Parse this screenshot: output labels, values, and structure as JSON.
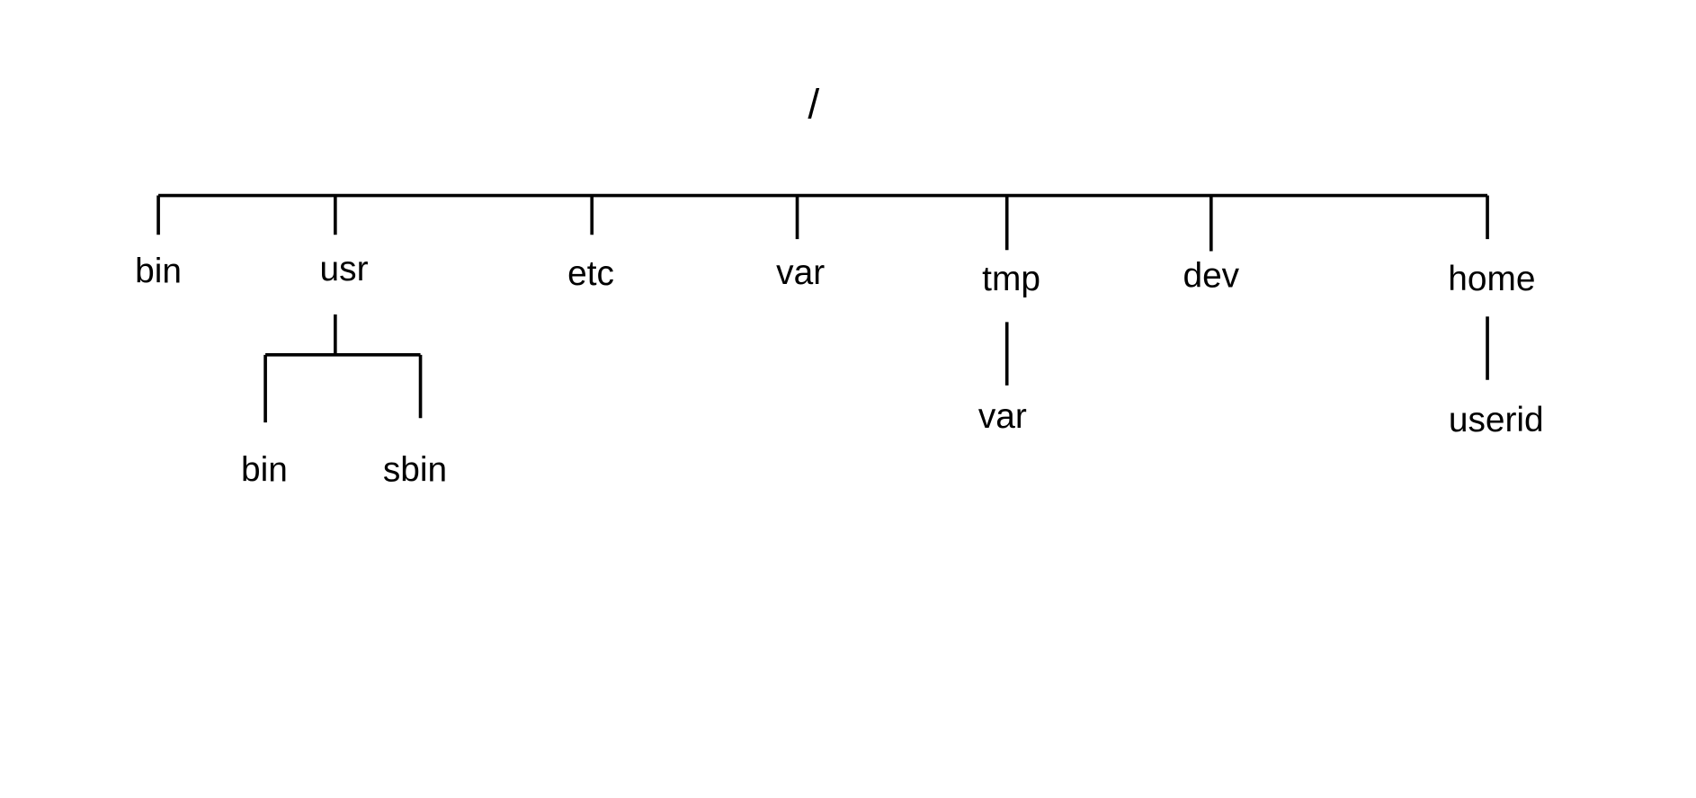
{
  "root": "/",
  "children": [
    {
      "label": "bin"
    },
    {
      "label": "usr",
      "children": [
        {
          "label": "bin"
        },
        {
          "label": "sbin"
        }
      ]
    },
    {
      "label": "etc"
    },
    {
      "label": "var"
    },
    {
      "label": "tmp",
      "children": [
        {
          "label": "var"
        }
      ]
    },
    {
      "label": "dev"
    },
    {
      "label": "home",
      "children": [
        {
          "label": "userid"
        }
      ]
    }
  ],
  "colors": {
    "line": "#000000",
    "text": "#000000",
    "background": "#ffffff"
  }
}
